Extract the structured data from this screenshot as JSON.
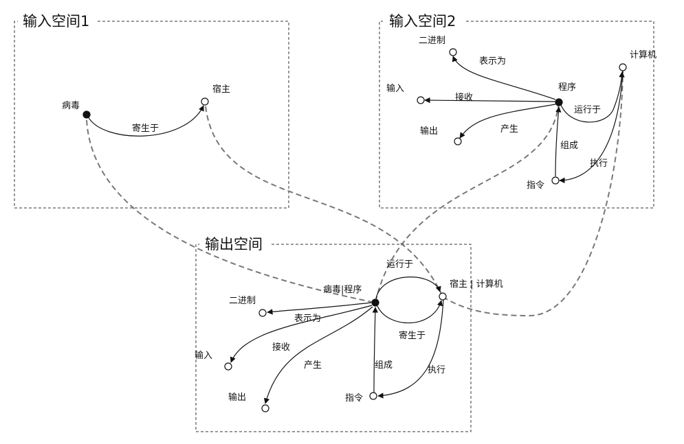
{
  "spaces": {
    "input1": {
      "title": "输入空间1"
    },
    "input2": {
      "title": "输入空间2"
    },
    "output": {
      "title": "输出空间"
    }
  },
  "input1": {
    "nodes": {
      "virus": "病毒",
      "host": "宿主"
    },
    "edges": {
      "parasitic": "寄生于"
    }
  },
  "input2": {
    "nodes": {
      "program": "程序",
      "binary": "二进制",
      "input": "输入",
      "output": "输出",
      "computer": "计算机",
      "instruction": "指令"
    },
    "edges": {
      "represent": "表示为",
      "receive": "接收",
      "produce": "产生",
      "runs_on": "运行于",
      "compose": "组成",
      "execute": "执行"
    }
  },
  "output": {
    "nodes": {
      "virus_program": "病毒|程序",
      "host_computer": "宿主 | 计算机",
      "binary": "二进制",
      "input": "输入",
      "output": "输出",
      "instruction": "指令"
    },
    "edges": {
      "runs_on": "运行于",
      "parasitic": "寄生于",
      "represent": "表示为",
      "receive": "接收",
      "produce": "产生",
      "compose": "组成",
      "execute": "执行"
    }
  }
}
